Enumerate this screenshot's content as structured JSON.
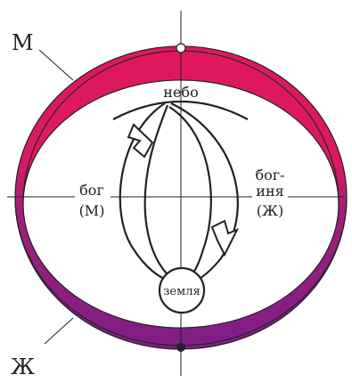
{
  "labels": {
    "male_marker": "М",
    "female_marker": "Ж",
    "sky": "небо",
    "god_line1": "бог",
    "god_line2": "(М)",
    "goddess_line1": "бог-",
    "goddess_line2": "иня",
    "goddess_line3": "(Ж)",
    "earth": "земля"
  },
  "colors": {
    "magenta_ring": "#E0185E",
    "purple_ring": "#7E1E86",
    "line": "#222222",
    "background": "#ffffff"
  }
}
